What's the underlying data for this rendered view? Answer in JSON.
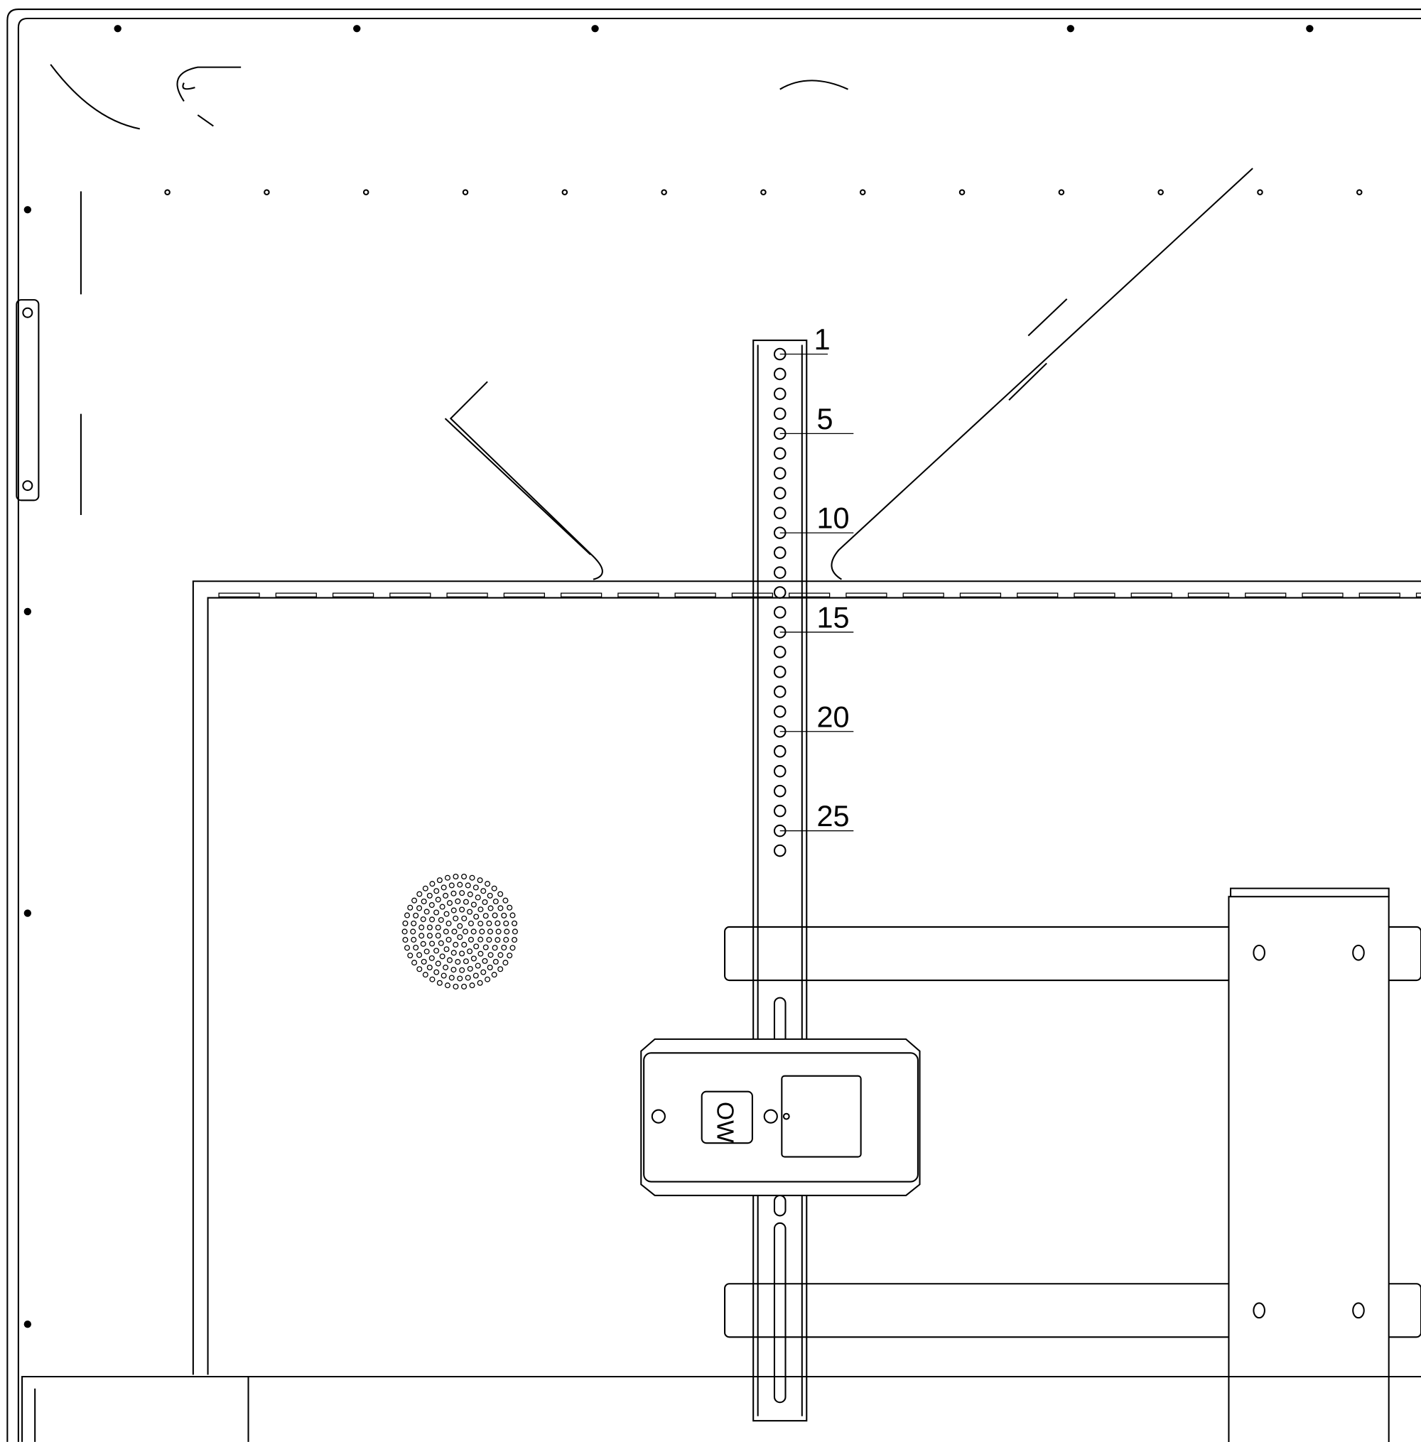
{
  "diagram": {
    "rail_hole_count": 26,
    "hole_labels": [
      "1",
      "5",
      "10",
      "15",
      "20",
      "25"
    ],
    "hole_label_positions": [
      1,
      5,
      10,
      15,
      20,
      25
    ],
    "logo_text": "OW",
    "colors": {
      "line": "#000000",
      "background": "#ffffff"
    }
  }
}
